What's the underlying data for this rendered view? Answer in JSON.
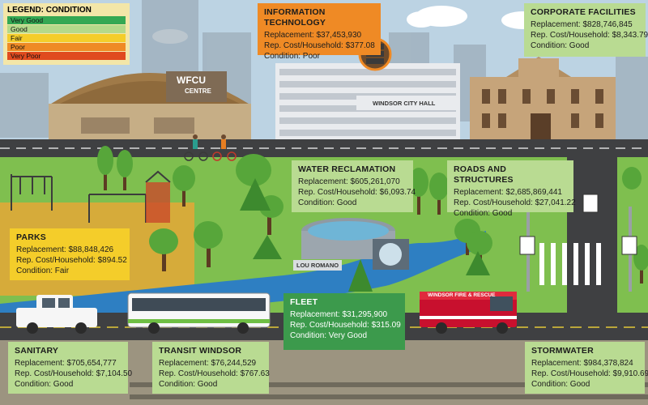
{
  "legend": {
    "title": "LEGEND: CONDITION",
    "items": [
      {
        "label": "Very Good",
        "color": "#34a853"
      },
      {
        "label": "Good",
        "color": "#b4d98a"
      },
      {
        "label": "Fair",
        "color": "#f4cd2a"
      },
      {
        "label": "Poor",
        "color": "#ef8a25"
      },
      {
        "label": "Very Poor",
        "color": "#e04a1e"
      }
    ]
  },
  "cards": {
    "it": {
      "title": "INFORMATION TECHNOLOGY",
      "replacement": "Replacement: $37,453,930",
      "cost": "Rep. Cost/Household: $377.08",
      "condition": "Condition: Poor",
      "color": "#ef8a25"
    },
    "corporate": {
      "title": "CORPORATE FACILITIES",
      "replacement": "Replacement: $828,746,845",
      "cost": "Rep. Cost/Household: $8,343.79",
      "condition": "Condition: Good",
      "color": "#b9db92"
    },
    "water": {
      "title": "WATER RECLAMATION",
      "replacement": "Replacement: $605,261,070",
      "cost": "Rep. Cost/Household: $6,093.74",
      "condition": "Condition: Good",
      "color": "#b9db92"
    },
    "roads": {
      "title": "ROADS AND STRUCTURES",
      "replacement": "Replacement: $2,685,869,441",
      "cost": "Rep. Cost/Household: $27,041.22",
      "condition": "Condition: Good",
      "color": "#b9db92"
    },
    "parks": {
      "title": "PARKS",
      "replacement": "Replacement: $88,848,426",
      "cost": "Rep. Cost/Household: $894.52",
      "condition": "Condition: Fair",
      "color": "#f4cd2a"
    },
    "fleet": {
      "title": "FLEET",
      "replacement": "Replacement: $31,295,900",
      "cost": "Rep. Cost/Household: $315.09",
      "condition": "Condition: Very Good",
      "color": "#3c9a4c"
    },
    "sanitary": {
      "title": "SANITARY",
      "replacement": "Replacement: $705,654,777",
      "cost": "Rep. Cost/Household: $7,104.50",
      "condition": "Condition: Good",
      "color": "#b9db92"
    },
    "transit": {
      "title": "TRANSIT WINDSOR",
      "replacement": "Replacement: $76,244,529",
      "cost": "Rep. Cost/Household: $767.63",
      "condition": "Condition: Good",
      "color": "#b9db92"
    },
    "stormwater": {
      "title": "STORMWATER",
      "replacement": "Replacement: $984,378,824",
      "cost": "Rep. Cost/Household: $9,910.69",
      "condition": "Condition: Good",
      "color": "#b9db92"
    }
  },
  "signs": {
    "wfcu": "WFCU",
    "centre": "CENTRE",
    "city_hall": "WINDSOR CITY HALL",
    "lou_romano": "LOU ROMANO",
    "fire_truck": "WINDSOR FIRE & RESCUE"
  }
}
